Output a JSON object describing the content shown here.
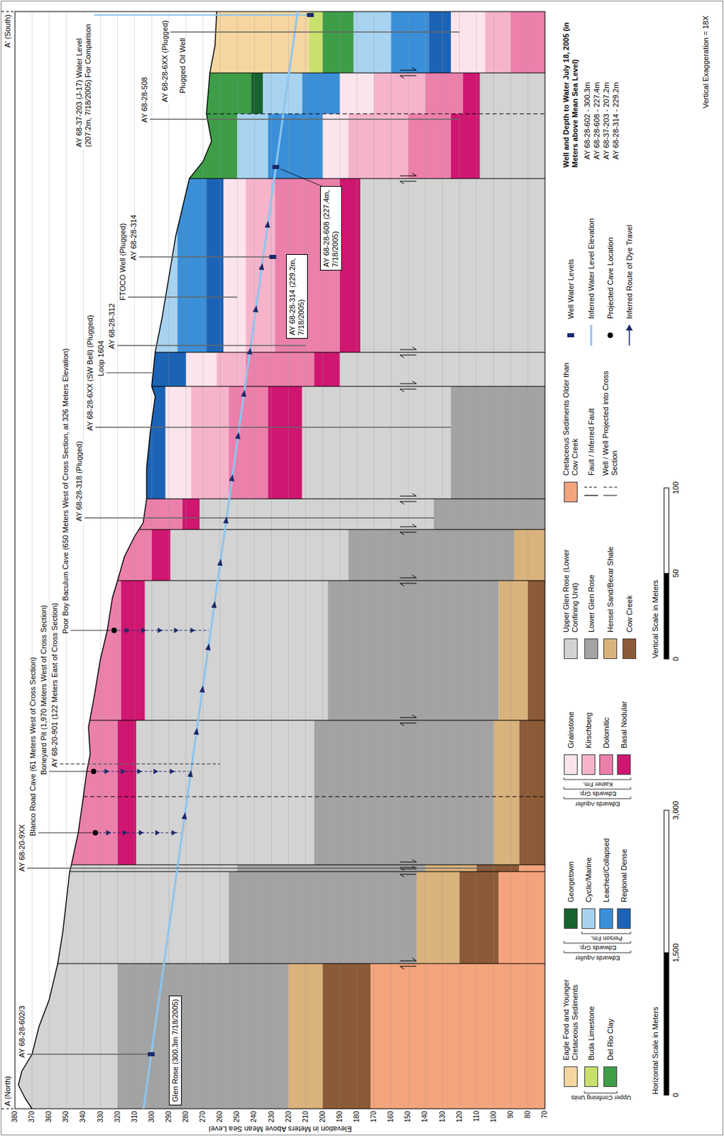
{
  "diagram": {
    "nodes": [
      {
        "text": [
          "Glen Rose (300.3m 7/18/2005)"
        ]
      },
      {
        "text": [
          "AY 68-28-314 (229.2m, 7/18/2005)"
        ]
      },
      {
        "text": [
          "AY 68-28-608 (227.4m, 7/18/2005)"
        ]
      }
    ],
    "labels": [
      "A (North)",
      "A' (South)",
      "AY 68-28-602/3",
      "AY 68-20-9XX",
      "Blanco Road Cave (61 Meters West of Cross Section)",
      "Boneyard Pit (1,970 Meters West of Cross Section)",
      "AY 68-20-901 (122 Meters East of Cross Section)",
      "Poor Boy Baculum Cave (650 Meters West of Cross Section, at 326 Meters Elevation)",
      "AY 68-28-318 (Plugged)",
      "AY 68-28-6XX (SW Bell) (Plugged)",
      "Loop 1604",
      "AY 68-28-312",
      "FTOCO Well (Plugged)",
      "AY 68-28-314",
      "AY 68-28-508",
      "AY 68-37-203 (J-17) Water Level (207.2m, 7/18/2005) For Comparison",
      "AY 68-28-6XX (Plugged)",
      "Plugged Oil Well",
      "Elevation in Meters Above Mean Sea Level",
      "380",
      "370",
      "360",
      "350",
      "340",
      "330",
      "320",
      "310",
      "300",
      "290",
      "280",
      "270",
      "260",
      "250",
      "240",
      "230",
      "220",
      "210",
      "200",
      "190",
      "180",
      "170",
      "160",
      "150",
      "140",
      "130",
      "120",
      "110",
      "100",
      "90",
      "80",
      "70",
      "Upper Confining Units",
      "Edwards Aquifer",
      "Edwards Grp.",
      "Person Fm.",
      "Edwards Aquifer",
      "Edwards Grp.",
      "Kainer Fm.",
      "Well and Depth to Water July 18, 2005 (in Meters above Mean Sea Level)",
      "AY 68-28-602 - 300.3m",
      "AY 68-28-608 - 227.4m",
      "AY 68-37-203 - 207.2m",
      "AY 68-28-314 - 229.2m",
      "Horizontal Scale in Meters",
      "0",
      "1,500",
      "3,000",
      "Vertical Scale in Meters",
      "0",
      "50",
      "100",
      "Vertical Exaggeration = 18X"
    ],
    "legend": [
      {
        "text": "Eagle Ford and Younger Cretaceous Sediments",
        "color": "#f5d6a0"
      },
      {
        "text": "Buda Limestone",
        "color": "#c8e06c"
      },
      {
        "text": "Del Rio Clay",
        "color": "#3e9e48"
      },
      {
        "text": "Georgetown",
        "color": "#17622f"
      },
      {
        "text": "Cyclic/Marine",
        "color": "#a8d3f0"
      },
      {
        "text": "Leached/Collapsed",
        "color": "#3a8fd8"
      },
      {
        "text": "Regional Dense",
        "color": "#1d63b5"
      },
      {
        "text": "Grainstone",
        "color": "#fce4ec"
      },
      {
        "text": "Kirschberg",
        "color": "#f6b4cb"
      },
      {
        "text": "Dolomitic",
        "color": "#eb80ab"
      },
      {
        "text": "Basal Nodular",
        "color": "#cf1670"
      },
      {
        "text": "Upper Glen Rose (Lower Confining Unit)",
        "color": "#d3d3d3"
      },
      {
        "text": "Lower Glen Rose",
        "color": "#a3a3a3"
      },
      {
        "text": "Hensel Sand/Bexar Shale",
        "color": "#d9b27c"
      },
      {
        "text": "Cow Creek",
        "color": "#8b5a36"
      },
      {
        "text": "Cretaceous Sediments Older than Cow Creek",
        "color": "#f4a47c"
      },
      {
        "text": "Fault / Inferred Fault"
      },
      {
        "text": "Well / Well Projected into Cross Section"
      },
      {
        "text": "Well Water Levels"
      },
      {
        "text": "Inferred Water Level Elevation"
      },
      {
        "text": "Projected Cave Location"
      },
      {
        "text": "Inferred Route of Dye Travel"
      }
    ]
  }
}
